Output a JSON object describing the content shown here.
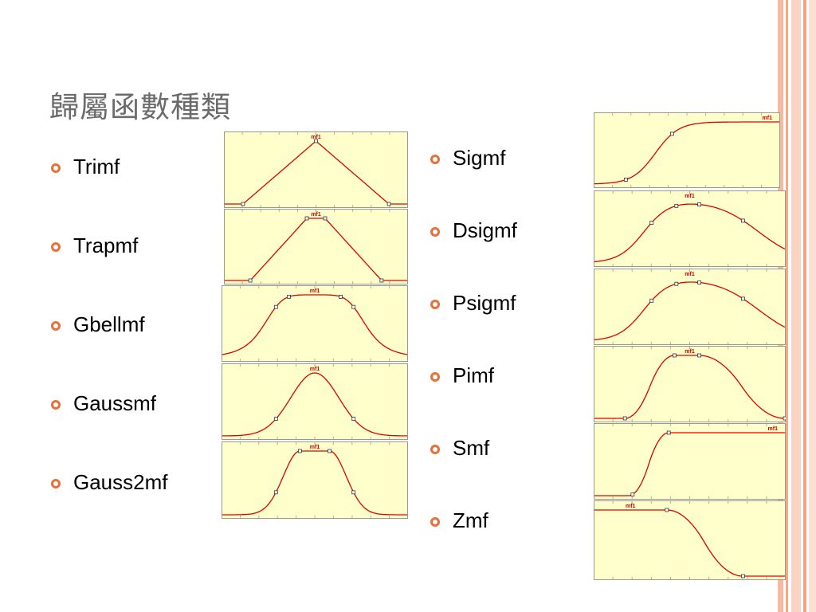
{
  "slide": {
    "title": "歸屬函數種類",
    "accent_color": "#e8703a",
    "plot_background": "#ffffcc",
    "curve_color": "#e00000"
  },
  "left_list": [
    "Trimf",
    "Trapmf",
    "Gbellmf",
    "Gaussmf",
    "Gauss2mf"
  ],
  "right_list": [
    "Sigmf",
    "Dsigmf",
    "Psigmf",
    "Pimf",
    "Smf",
    "Zmf"
  ],
  "plot_label": "mf1",
  "plots": [
    {
      "name": "trimf",
      "curve": "trimf",
      "label_pos": "top-center"
    },
    {
      "name": "trapmf",
      "curve": "trapmf",
      "label_pos": "top-center"
    },
    {
      "name": "gbellmf",
      "curve": "gbellmf",
      "label_pos": "top-center"
    },
    {
      "name": "gaussmf",
      "curve": "gaussmf",
      "label_pos": "top-center"
    },
    {
      "name": "gauss2mf",
      "curve": "gauss2mf",
      "label_pos": "top-center"
    },
    {
      "name": "sigmf",
      "curve": "sigmf",
      "label_pos": "top-right"
    },
    {
      "name": "dsigmf",
      "curve": "dsigmf",
      "label_pos": "top-center"
    },
    {
      "name": "psigmf",
      "curve": "psigmf",
      "label_pos": "top-center"
    },
    {
      "name": "pimf",
      "curve": "pimf",
      "label_pos": "top-center"
    },
    {
      "name": "smf",
      "curve": "smf",
      "label_pos": "top-right"
    },
    {
      "name": "zmf",
      "curve": "zmf",
      "label_pos": "top-left"
    }
  ]
}
